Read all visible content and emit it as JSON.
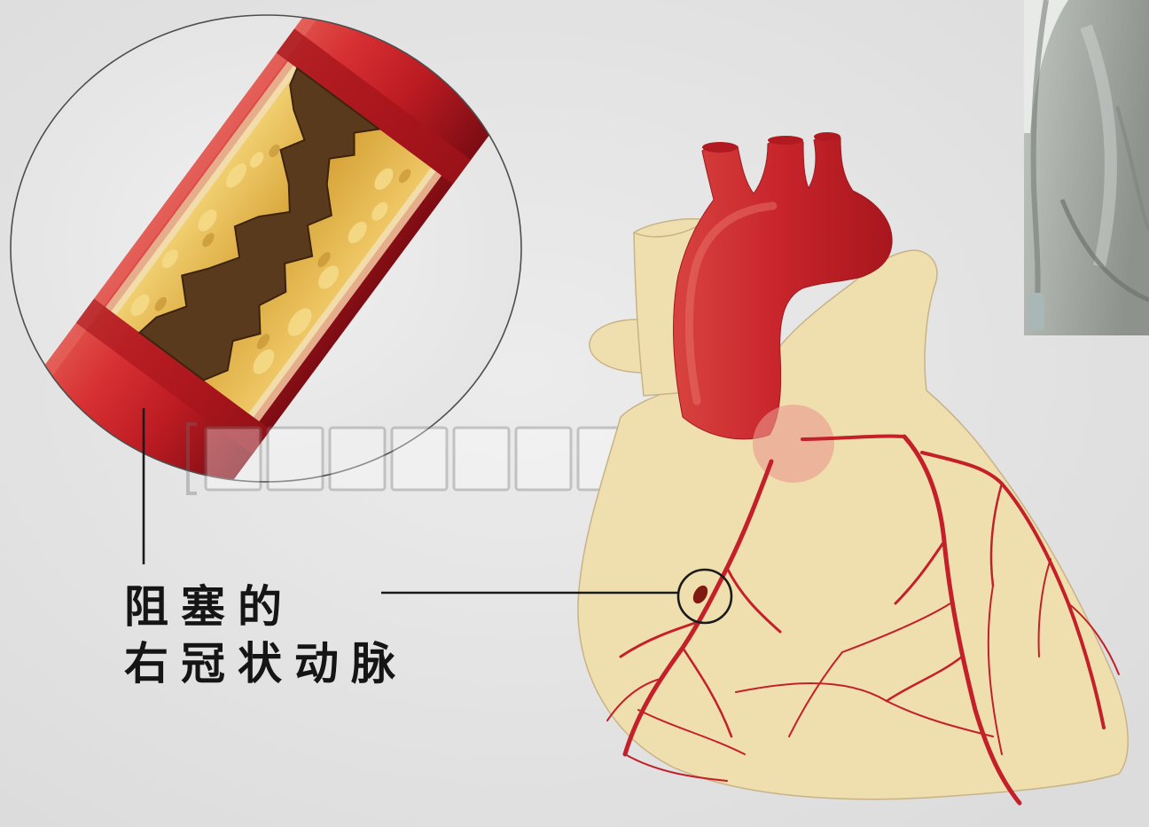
{
  "labels": {
    "line1": "阻塞的",
    "line2": "右冠状动脉"
  },
  "colors": {
    "background": "#e3e3e3",
    "artery_red": "#c4202a",
    "heart_beige": "#efdfae",
    "plaque_yellow": "#e2b440",
    "lumen_brown": "#5a3a1c",
    "line": "#1a1a1a"
  },
  "icons": {
    "magnifier": "magnified-artery-lens",
    "heart": "heart-illustration"
  }
}
